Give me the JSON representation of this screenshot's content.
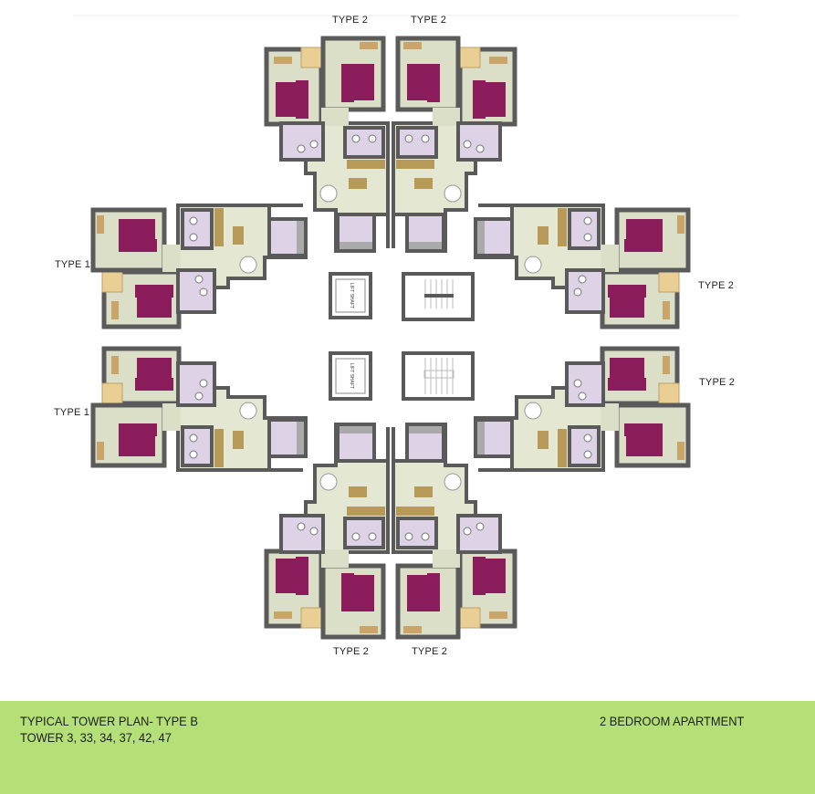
{
  "plan": {
    "unit_labels": {
      "top_left": "TYPE 2",
      "top_right": "TYPE 2",
      "left_upper": "TYPE 1",
      "left_lower": "TYPE 1",
      "right_upper": "TYPE 2",
      "right_lower": "TYPE 2",
      "bottom_left": "TYPE 2",
      "bottom_right": "TYPE 2"
    },
    "core_labels": {
      "lift_upper": "LIFT SHAFT",
      "lift_lower": "LIFT SHAFT"
    },
    "colors": {
      "wall": "#5a5a5a",
      "room_floor": "#dcdfc8",
      "living_floor": "#e4e7d2",
      "bed": "#8b1d5c",
      "wet_area": "#ddd2e6",
      "balcony": "#e9cf93",
      "footer": "#b4e077"
    }
  },
  "footer": {
    "title": "TYPICAL TOWER PLAN- TYPE B",
    "towers": "TOWER 3, 33, 34, 37, 42, 47",
    "apartment_type": "2 BEDROOM APARTMENT"
  }
}
